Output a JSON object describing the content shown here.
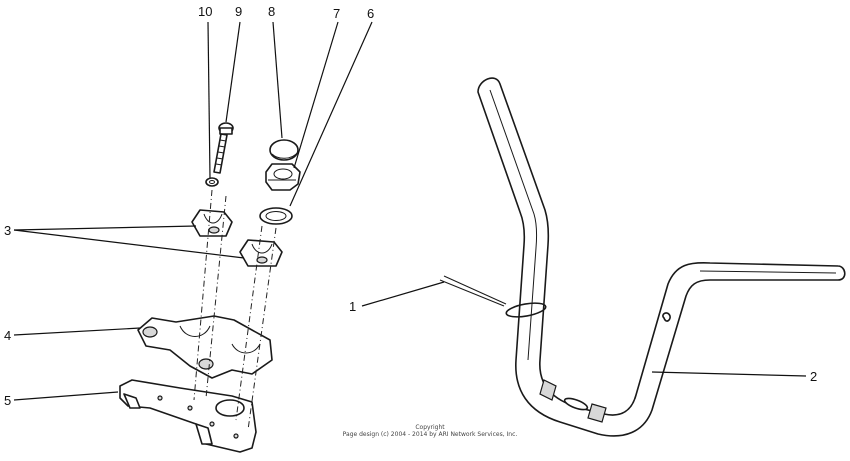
{
  "callouts": [
    {
      "id": "1",
      "label": "1"
    },
    {
      "id": "2",
      "label": "2"
    },
    {
      "id": "3",
      "label": "3"
    },
    {
      "id": "4",
      "label": "4"
    },
    {
      "id": "5",
      "label": "5"
    },
    {
      "id": "6",
      "label": "6"
    },
    {
      "id": "7",
      "label": "7"
    },
    {
      "id": "8",
      "label": "8"
    },
    {
      "id": "9",
      "label": "9"
    },
    {
      "id": "10",
      "label": "10"
    }
  ],
  "copyright": {
    "line1": "Copyright",
    "line2": "Page design (c) 2004 - 2014 by ARI Network Services, Inc."
  }
}
